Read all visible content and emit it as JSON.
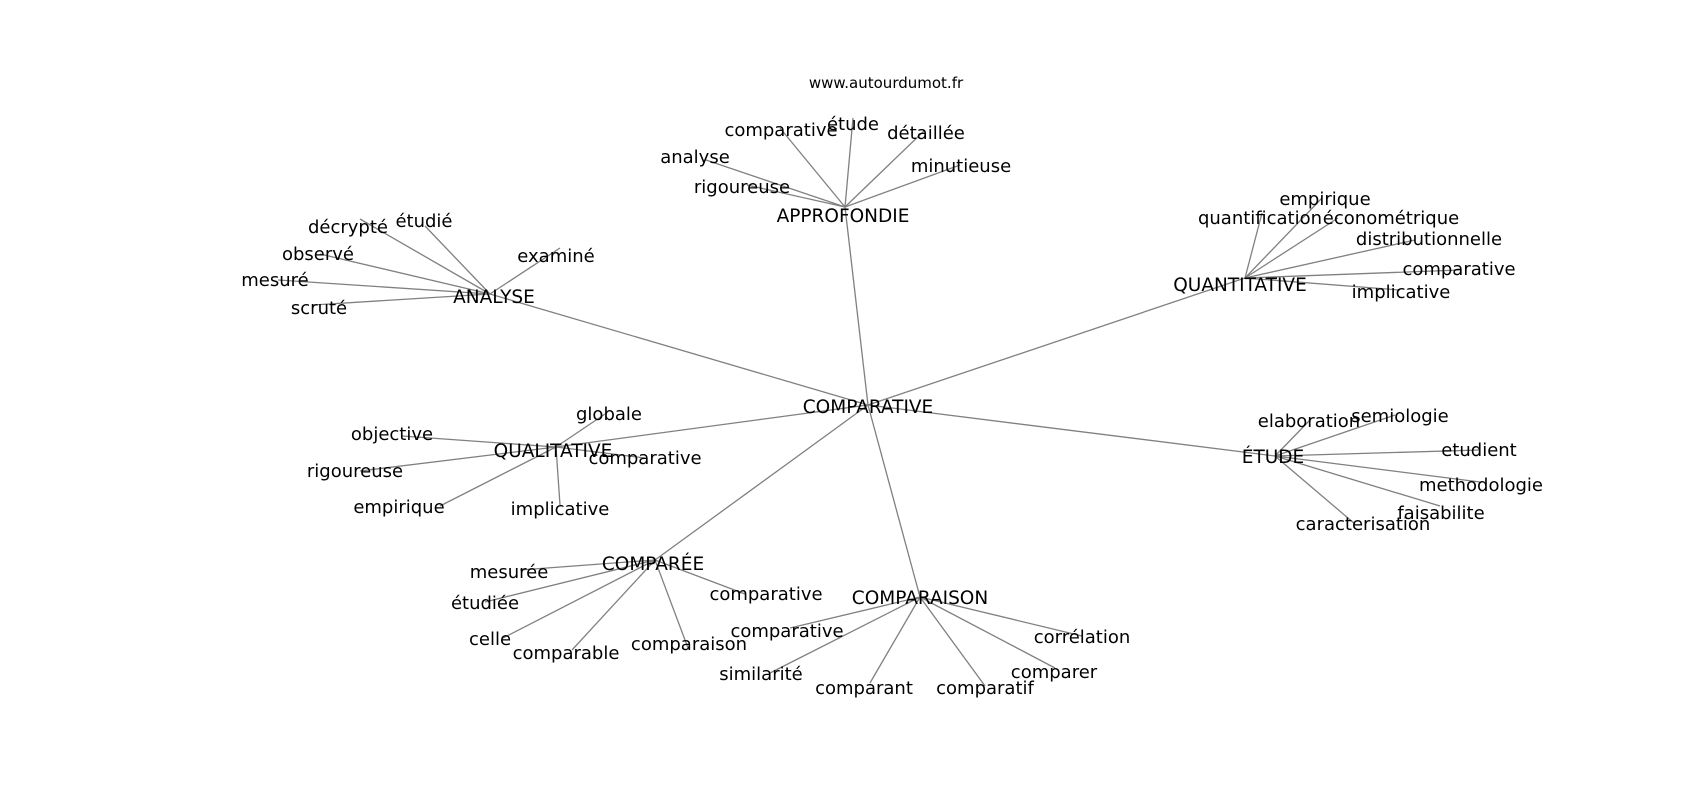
{
  "watermark": "www.autourdumot.fr",
  "graph": {
    "root": "COMPARATIVE",
    "hubs": [
      {
        "id": "approfondie",
        "label": "APPROFONDIE",
        "leaves": [
          "comparative",
          "étude",
          "détaillée",
          "analyse",
          "minutieuse",
          "rigoureuse"
        ]
      },
      {
        "id": "analyse",
        "label": "ANALYSE",
        "leaves": [
          "décrypté",
          "étudié",
          "observé",
          "examiné",
          "mesuré",
          "scruté"
        ]
      },
      {
        "id": "quantitative",
        "label": "QUANTITATIVE",
        "leaves": [
          "empirique",
          "quantification",
          "économétrique",
          "distributionnelle",
          "comparative",
          "implicative"
        ]
      },
      {
        "id": "qualitative",
        "label": "QUALITATIVE",
        "leaves": [
          "globale",
          "objective",
          "comparative",
          "rigoureuse",
          "empirique",
          "implicative"
        ]
      },
      {
        "id": "etude",
        "label": "ÉTUDE",
        "leaves": [
          "elaboration",
          "semiologie",
          "etudient",
          "methodologie",
          "faisabilite",
          "caracterisation"
        ]
      },
      {
        "id": "comparee",
        "label": "COMPARÉE",
        "leaves": [
          "mesurée",
          "étudiée",
          "comparative",
          "celle",
          "comparaison",
          "comparable"
        ]
      },
      {
        "id": "comparaison",
        "label": "COMPARAISON",
        "leaves": [
          "comparative",
          "corrélation",
          "comparer",
          "similarité",
          "comparant",
          "comparatif"
        ]
      }
    ]
  }
}
